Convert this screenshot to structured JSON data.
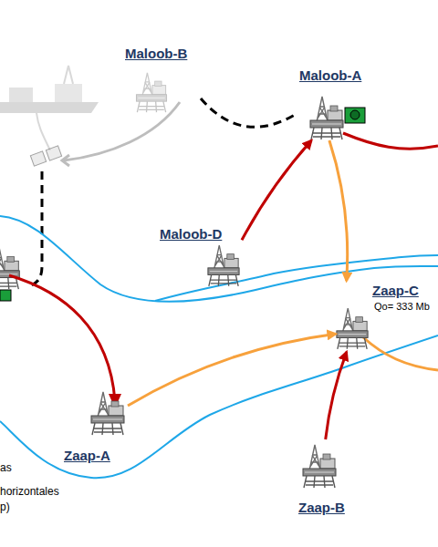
{
  "diagram": {
    "nodes": [
      {
        "text": [
          "Maloob-B"
        ]
      },
      {
        "text": [
          "Maloob-A"
        ]
      },
      {
        "text": [
          "Maloob-D"
        ]
      },
      {
        "text": [
          "Zaap-C",
          "Qo= 333 Mb"
        ]
      },
      {
        "text": [
          "Zaap-A"
        ]
      },
      {
        "text": [
          "Zaap-B"
        ]
      }
    ],
    "edges": [
      {
        "from": 0,
        "to": 1,
        "arrow": "none"
      },
      {
        "from": 2,
        "to": 1,
        "arrow": "to"
      },
      {
        "from": 1,
        "to": 3,
        "arrow": "to"
      },
      {
        "from": 4,
        "to": 3,
        "arrow": "to"
      },
      {
        "from": 5,
        "to": 3,
        "arrow": "to"
      }
    ],
    "labels": [
      "as",
      "horizontales",
      "p)"
    ]
  }
}
